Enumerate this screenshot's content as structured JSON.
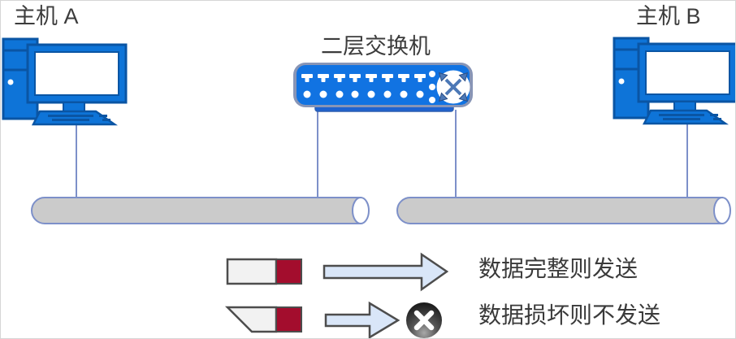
{
  "nodes": {
    "host_a": {
      "label": "主机 A",
      "icon": "desktop-computer-icon"
    },
    "host_b": {
      "label": "主机 B",
      "icon": "desktop-computer-icon"
    },
    "switch": {
      "label": "二层交换机",
      "icon": "layer2-switch-icon"
    }
  },
  "buses": {
    "left": {
      "icon": "bus-cable-cylinder"
    },
    "right": {
      "icon": "bus-cable-cylinder"
    }
  },
  "legend": {
    "rows": [
      {
        "symbol": "intact-frame-icon",
        "arrow": "send-arrow-icon",
        "label": "数据完整则发送"
      },
      {
        "symbol": "damaged-frame-icon",
        "arrow": "drop-arrow-icon",
        "status_icon": "no-send-x-icon",
        "label": "数据损坏则不发送"
      }
    ]
  },
  "colors": {
    "device_blue": "#0e74d8",
    "device_dark_blue": "#0a55a4",
    "switch_blue": "#1173e2",
    "switch_shadow_blue": "#8895b6",
    "switch_base_blue": "#1f63d0",
    "line_steel_blue": "#7d90c9",
    "pipe_gray": "#cbcbcb",
    "frame_gray": "#f2f2f2",
    "frame_red": "#a30d2d",
    "arrow_fill": "#d9e6f8",
    "arrow_stroke": "#4d4d4d",
    "text_color": "#3c3c3c"
  }
}
